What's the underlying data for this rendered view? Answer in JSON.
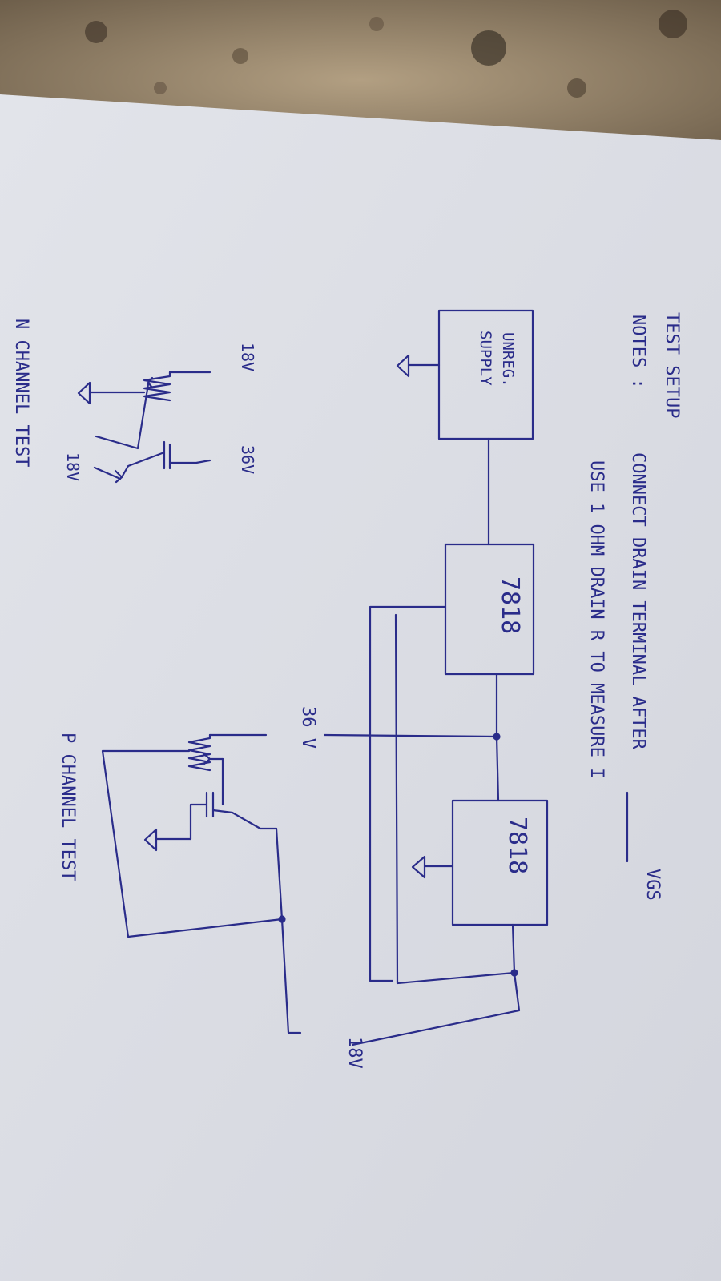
{
  "title": "TEST SETUP",
  "notes_label": "NOTES :",
  "note_line1": "CONNECT DRAIN TERMINAL AFTER",
  "vgs": "VGS",
  "note_line2": "USE 1 OHM DRAIN R TO MEASURE I",
  "supply_label_line1": "UNREG.",
  "supply_label_line2": "SUPPLY",
  "regulator1_label": "7818",
  "regulator2_label": "7818",
  "node_36v_label": "36 V",
  "out_18v_label": "18V",
  "n_label_18v_top": "18V",
  "n_label_36v": "36V",
  "n_label_18v_bottom": "18V",
  "n_channel_caption": "N CHANNEL TEST",
  "p_channel_caption": "P CHANNEL TEST",
  "colors": {
    "ink": "#2a2c8a",
    "paper": "#e7e8ee",
    "counter": "#8a7a63"
  }
}
